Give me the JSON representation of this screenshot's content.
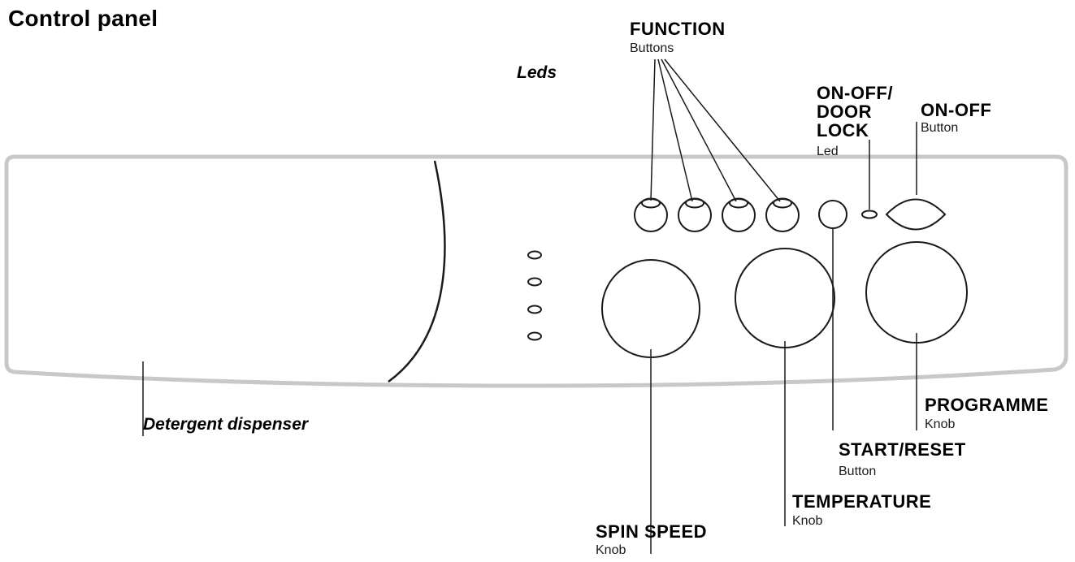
{
  "title": "Control panel",
  "labels": {
    "function": {
      "name": "FUNCTION",
      "type": "Buttons"
    },
    "leds": {
      "name": "Leds"
    },
    "on_off_door_lock": {
      "line1": "ON-OFF/",
      "line2": "DOOR",
      "line3": "LOCK",
      "type": "Led"
    },
    "on_off": {
      "name": "ON-OFF",
      "type": "Button"
    },
    "detergent_dispenser": {
      "name": "Detergent dispenser"
    },
    "programme": {
      "name": "PROGRAMME",
      "type": "Knob"
    },
    "start_reset": {
      "name": "START/RESET",
      "type": "Button"
    },
    "temperature": {
      "name": "TEMPERATURE",
      "type": "Knob"
    },
    "spin_speed": {
      "name": "SPIN SPEED",
      "type": "Knob"
    }
  },
  "colors": {
    "panel_outline": "#c8c8c8",
    "line": "#1a1a1a",
    "background": "#ffffff"
  }
}
